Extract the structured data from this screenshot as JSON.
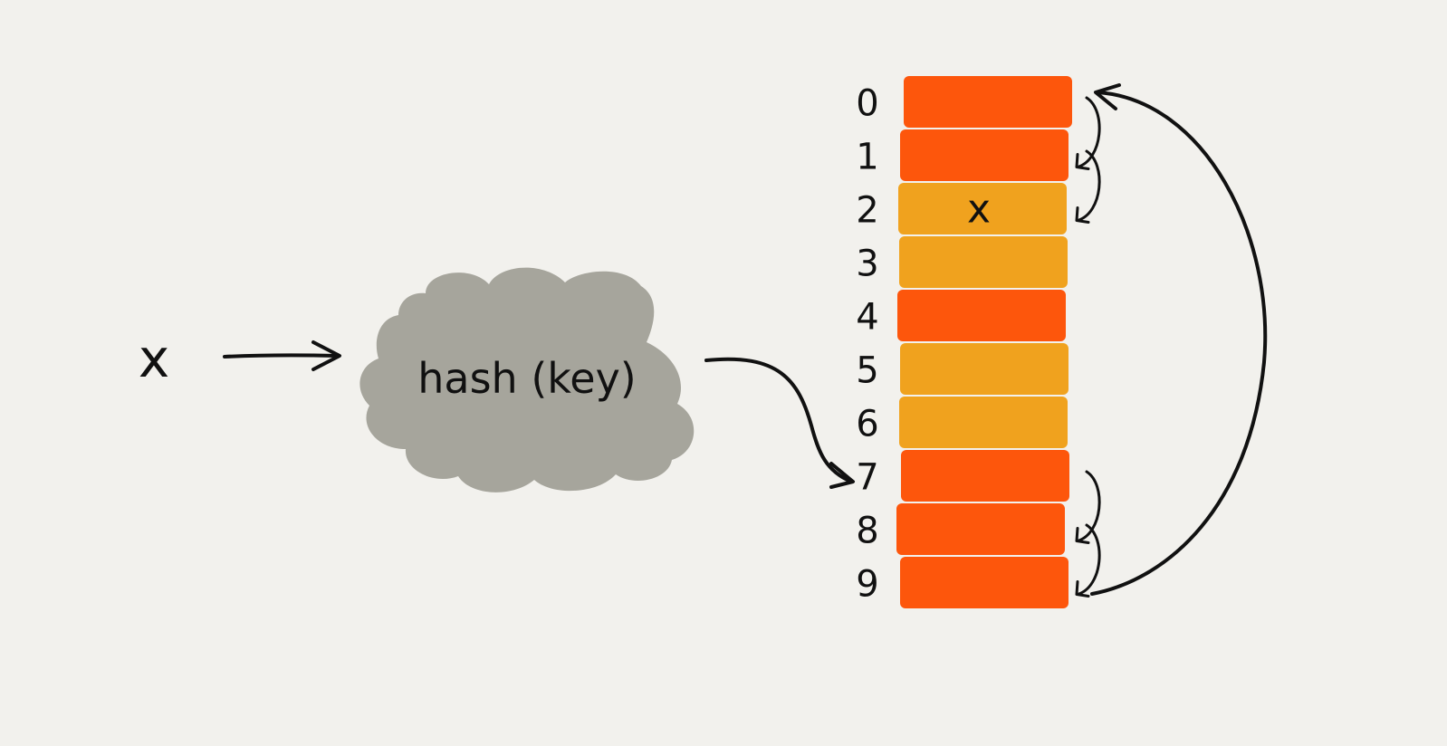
{
  "input": {
    "label": "x"
  },
  "hash_cloud": {
    "label": "hash (key)",
    "color": "#a6a59c"
  },
  "table": {
    "colors": {
      "occupied": "#fd560c",
      "empty": "#f0a21e"
    },
    "slots": [
      {
        "index": "0",
        "state": "occupied",
        "content": ""
      },
      {
        "index": "1",
        "state": "occupied",
        "content": ""
      },
      {
        "index": "2",
        "state": "empty",
        "content": "x"
      },
      {
        "index": "3",
        "state": "empty",
        "content": ""
      },
      {
        "index": "4",
        "state": "occupied",
        "content": ""
      },
      {
        "index": "5",
        "state": "empty",
        "content": ""
      },
      {
        "index": "6",
        "state": "empty",
        "content": ""
      },
      {
        "index": "7",
        "state": "occupied",
        "content": ""
      },
      {
        "index": "8",
        "state": "occupied",
        "content": ""
      },
      {
        "index": "9",
        "state": "occupied",
        "content": ""
      }
    ]
  },
  "arrows": {
    "input_to_hash": {
      "icon": "right-arrow-icon"
    },
    "hash_to_slot": {
      "target": "7",
      "icon": "curved-arrow-icon"
    },
    "probe_steps": [
      {
        "from": "0",
        "to": "1"
      },
      {
        "from": "1",
        "to": "2"
      },
      {
        "from": "7",
        "to": "8"
      },
      {
        "from": "8",
        "to": "9"
      }
    ],
    "wrap_around": {
      "from": "9",
      "to": "0"
    }
  }
}
